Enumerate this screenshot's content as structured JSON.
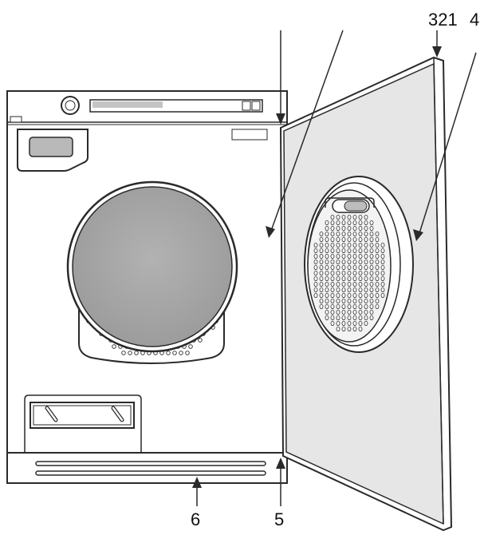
{
  "callouts": {
    "top_group": "321",
    "top_single": "4",
    "bottom_left": "6",
    "bottom_right": "5"
  },
  "colors": {
    "line": "#2a2a2a",
    "drum_fill": "#a9a9a9",
    "door_fill": "#e6e6e6",
    "panel_fill": "#f0f0f0",
    "white": "#ffffff"
  }
}
